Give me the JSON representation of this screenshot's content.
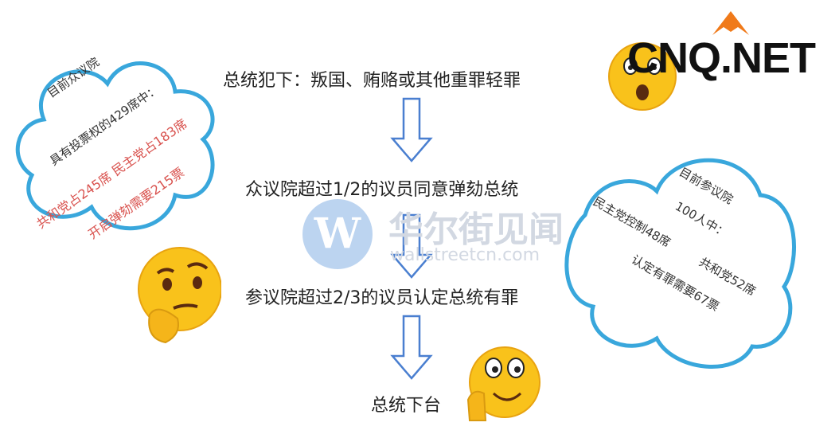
{
  "steps": [
    "总统犯下：叛国、贿赂或其他重罪轻罪",
    "众议院超过1/2的议员同意弹劾总统",
    "参议院超过2/3的议员认定总统有罪",
    "总统下台"
  ],
  "house_cloud": {
    "line1": "目前众议院",
    "line2": "具有投票权的429席中：",
    "line3": "共和党占245席  民主党占183席",
    "line4": "开启弹劾需要215票"
  },
  "senate_cloud": {
    "line1": "目前参议院",
    "line2": "100人中：",
    "line3a": "民主党控制48席",
    "line3b": "共和党52席",
    "line4": "认定有罪需要67票"
  },
  "watermark": {
    "name": "华尔街见闻",
    "url": "wallstreetcn.com",
    "logo_letter": "W"
  },
  "site_logo": "CNQ.NET",
  "colors": {
    "cloud": "#39a7dc",
    "arrow": "#4a7fd0",
    "red_text": "#d9534f",
    "logo_orange": "#f07a1a"
  }
}
